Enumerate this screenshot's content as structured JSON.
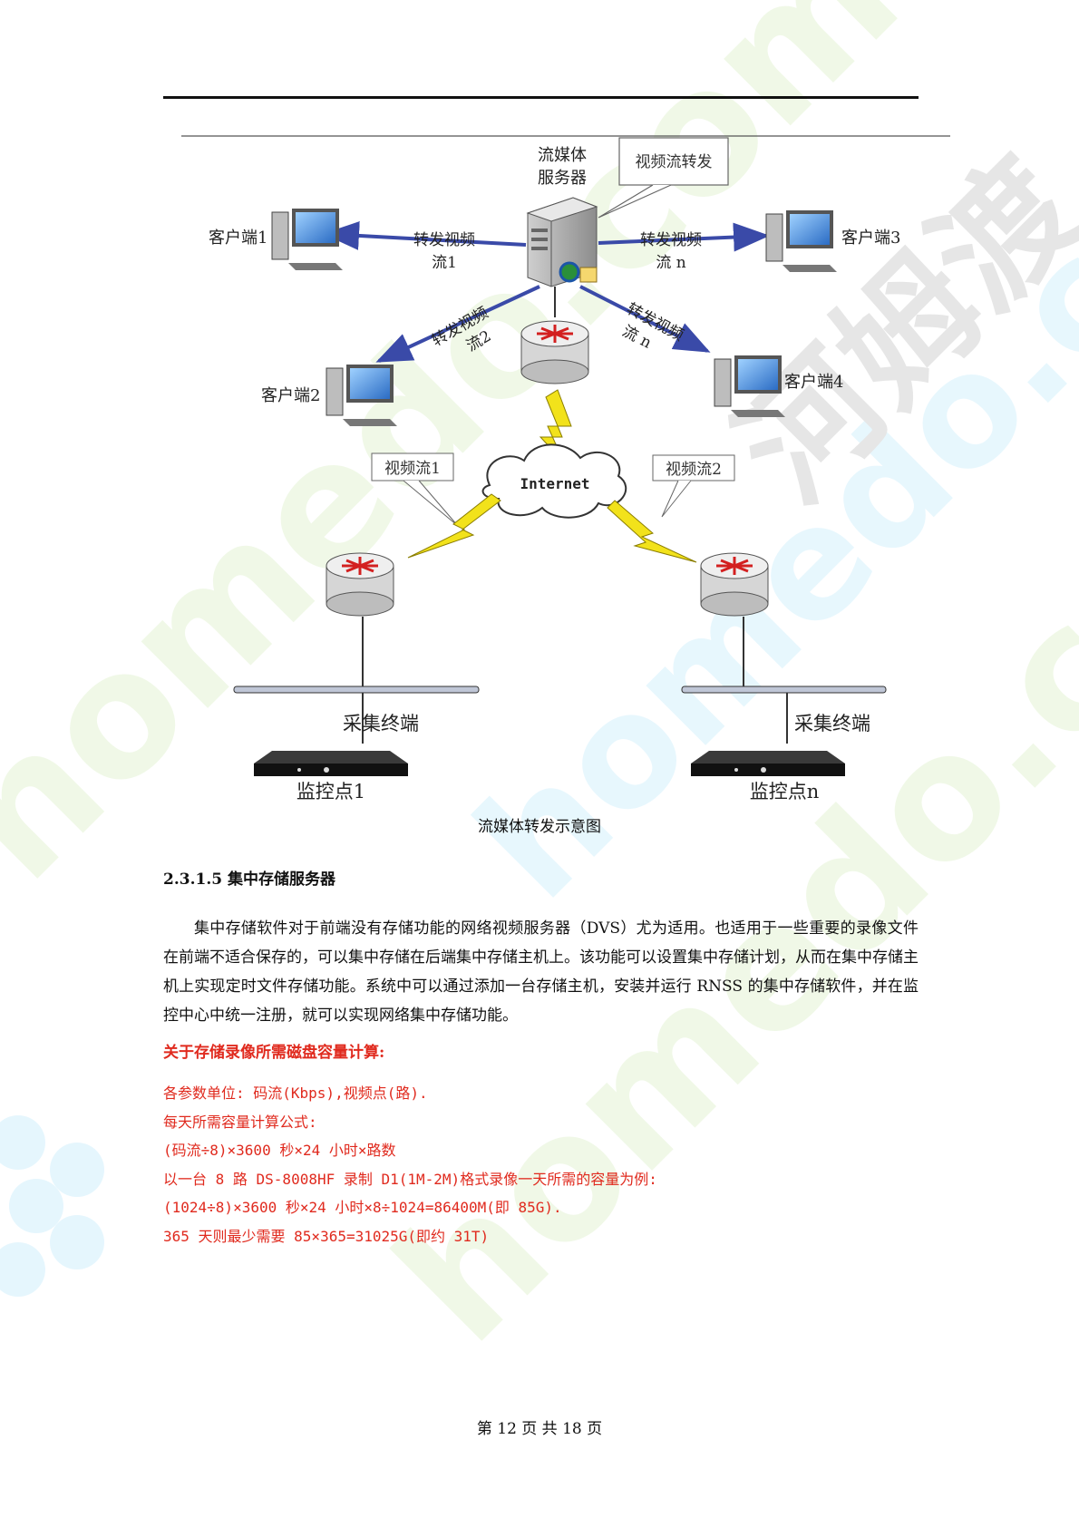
{
  "diagram": {
    "server_label_line1": "流媒体",
    "server_label_line2": "服务器",
    "callout_forward": "视频流转发",
    "client1": "客户端1",
    "client2": "客户端2",
    "client3": "客户端3",
    "client4": "客户端4",
    "arrow1_line1": "转发视频",
    "arrow1_line2": "流1",
    "arrow2_line1": "转发视频",
    "arrow2_line2": "流2",
    "arrow3_line1": "转发视频",
    "arrow3_line2": "流 n",
    "arrow4_line1": "转发视频",
    "arrow4_line2": "流 n",
    "internet": "Internet",
    "callout_stream1": "视频流1",
    "callout_stream2": "视频流2",
    "terminal_left": "采集终端",
    "terminal_right": "采集终端",
    "monitor_left": "监控点1",
    "monitor_right": "监控点n"
  },
  "caption": "流媒体转发示意图",
  "section_heading": "2.3.1.5 集中存储服务器",
  "paragraph": "集中存储软件对于前端没有存储功能的网络视频服务器（DVS）尤为适用。也适用于一些重要的录像文件在前端不适合保存的，可以集中存储在后端集中存储主机上。该功能可以设置集中存储计划，从而在集中存储主机上实现定时文件存储功能。系统中可以通过添加一台存储主机，安装并运行 RNSS 的集中存储软件，并在监控中心中统一注册，就可以实现网络集中存储功能。",
  "calc_heading": "关于存储录像所需磁盘容量计算:",
  "calc_lines": [
    "各参数单位: 码流(Kbps),视频点(路).",
    "每天所需容量计算公式:",
    "(码流÷8)×3600 秒×24 小时×路数",
    "以一台 8 路 DS-8008HF 录制 D1(1M-2M)格式录像一天所需的容量为例:",
    "(1024÷8)×3600 秒×24 小时×8÷1024=86400M(即 85G).",
    "365 天则最少需要 85×365=31025G(即约 31T)"
  ],
  "footer": "第 12 页 共 18 页",
  "watermark": {
    "latin": "homedo.com",
    "cjk": "河姆渡"
  },
  "colors": {
    "red": "#e02a1e",
    "arrow_blue": "#3a4aa8",
    "lightning": "#f2e21b"
  }
}
